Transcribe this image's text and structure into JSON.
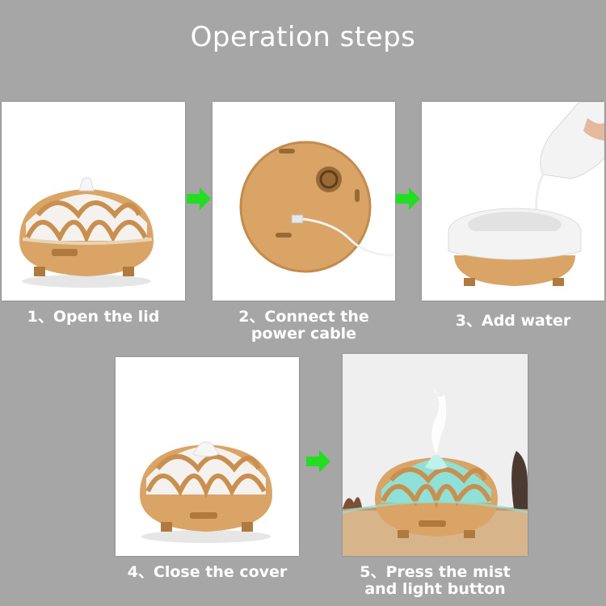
{
  "page": {
    "title": "Operation steps"
  },
  "steps": [
    {
      "number": "1",
      "caption": [
        "1、Open the lid"
      ]
    },
    {
      "number": "2",
      "caption": [
        "2、Connect the",
        "power cable"
      ]
    },
    {
      "number": "3",
      "caption": [
        "3、Add water"
      ]
    },
    {
      "number": "4",
      "caption": [
        "4、Close the cover"
      ]
    },
    {
      "number": "5",
      "caption": [
        "5、Press the mist",
        "and light button"
      ]
    }
  ],
  "colors": {
    "background": "#a6a6a6",
    "wood": "#d9a466",
    "wood_dark": "#b07a3e",
    "arrow": "#22dd22",
    "glow": "#8fe0d6"
  }
}
